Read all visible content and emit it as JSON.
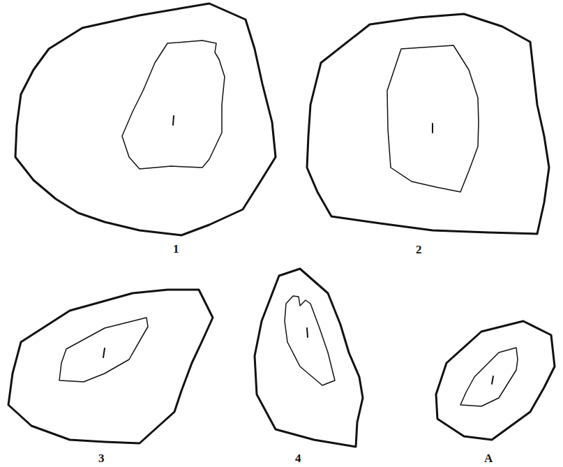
{
  "diagram": {
    "labels": [
      "1",
      "2",
      "3",
      "4",
      "A"
    ]
  }
}
